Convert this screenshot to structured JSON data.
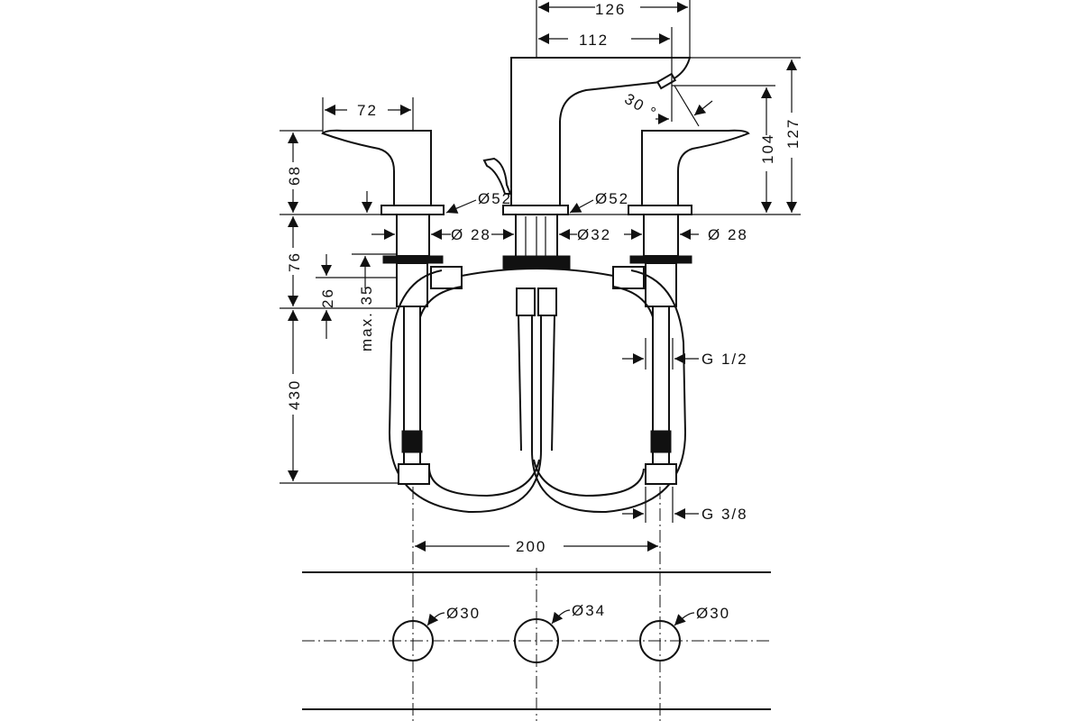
{
  "title": "Three-hole basin mixer dimension drawing",
  "dimensions": {
    "spout_reach_total": "126",
    "spout_reach": "112",
    "spout_angle": "30 °",
    "spout_height_outlet": "104",
    "spout_height_total": "127",
    "handle_length": "72",
    "handle_height": "68",
    "shank_length": "76",
    "deck_thickness_a": "26",
    "deck_thickness_max": "max. 35",
    "hose_length": "430",
    "handle_rosette": "Ø52",
    "spout_rosette": "Ø52",
    "handle_shank_left": "Ø 28",
    "spout_shank": "Ø32",
    "handle_shank_right": "Ø 28",
    "thread_upper": "G 1/2",
    "thread_lower": "G 3/8",
    "spacing": "200"
  },
  "holes": [
    {
      "label": "Ø30"
    },
    {
      "label": "Ø34"
    },
    {
      "label": "Ø30"
    }
  ]
}
